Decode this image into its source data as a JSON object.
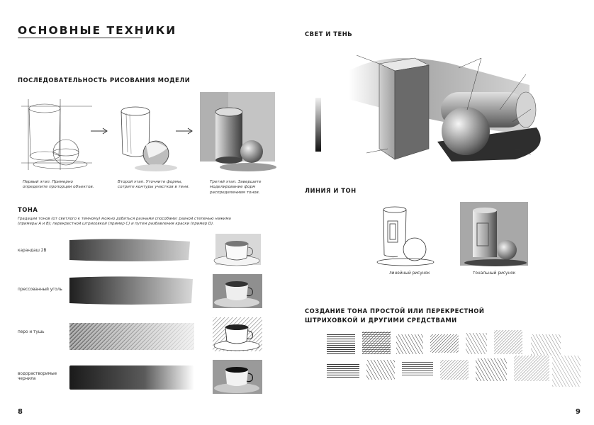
{
  "left_page": {
    "heading": "ОСНОВНЫЕ ТЕХНИКИ",
    "sequence": {
      "title": "ПОСЛЕДОВАТЕЛЬНОСТЬ РИСОВАНИЯ МОДЕЛИ",
      "steps": [
        {
          "caption_1": "Первый этап. Примерно",
          "caption_2": "определите пропорции объектов."
        },
        {
          "caption_1": "Второй этап. Уточните формы,",
          "caption_2": "сотрите контуры участков в тени."
        },
        {
          "caption_1": "Третий этап. Завершите",
          "caption_2": "моделирование форм",
          "caption_3": "распределением тонов."
        }
      ]
    },
    "tone": {
      "title": "ТОНА",
      "intro_1": "Градации тонов (от светлого к темному) можно добиться разными способами: разной степенью нажима",
      "intro_2": "(примеры A и B); перекрестной штриховкой (пример C) и путем разбавления краски (пример D).",
      "media": [
        {
          "label_1": "карандаш 2В",
          "label_2": ""
        },
        {
          "label_1": "прессованный уголь",
          "label_2": ""
        },
        {
          "label_1": "перо и тушь",
          "label_2": ""
        },
        {
          "label_1": "водорастворимые",
          "label_2": "чернила"
        }
      ]
    },
    "page_number": "8"
  },
  "right_page": {
    "light_shadow": {
      "title": "СВЕТ И ТЕНЬ"
    },
    "line_tone": {
      "title": "ЛИНИЯ И ТОН",
      "line_caption": "линейный рисунок",
      "tonal_caption": "тональный рисунок"
    },
    "hatching": {
      "title_1": "СОЗДАНИЕ ТОНА ПРОСТОЙ ИЛИ ПЕРЕКРЕСТНОЙ",
      "title_2": "ШТРИХОВКОЙ И ДРУГИМИ СРЕДСТВАМИ"
    },
    "page_number": "9"
  }
}
